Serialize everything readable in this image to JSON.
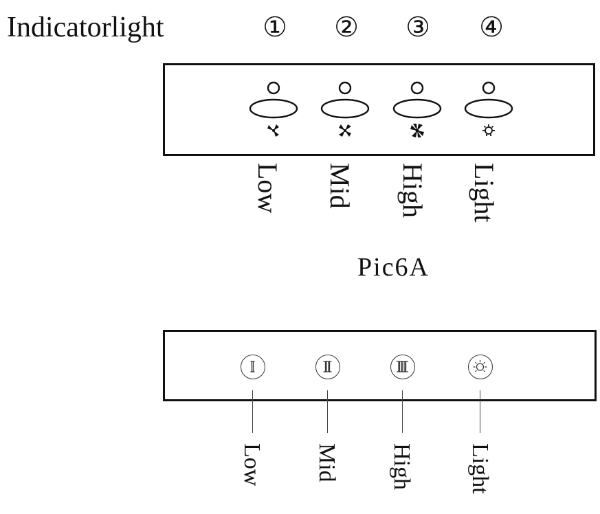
{
  "heading": {
    "title": "Indicatorlight",
    "numbers": [
      "①",
      "②",
      "③",
      "④"
    ]
  },
  "top_panel": {
    "labels": [
      "Low",
      "Mid",
      "High",
      "Light"
    ],
    "icons": [
      "fan-low-icon",
      "fan-mid-icon",
      "fan-high-icon",
      "light-bulb-icon"
    ]
  },
  "caption": "Pic6A",
  "bottom_panel": {
    "labels": [
      "Low",
      "Mid",
      "High",
      "Light"
    ],
    "icons": [
      "roman-one-icon",
      "roman-two-icon",
      "roman-three-icon",
      "light-bulb-icon"
    ]
  }
}
